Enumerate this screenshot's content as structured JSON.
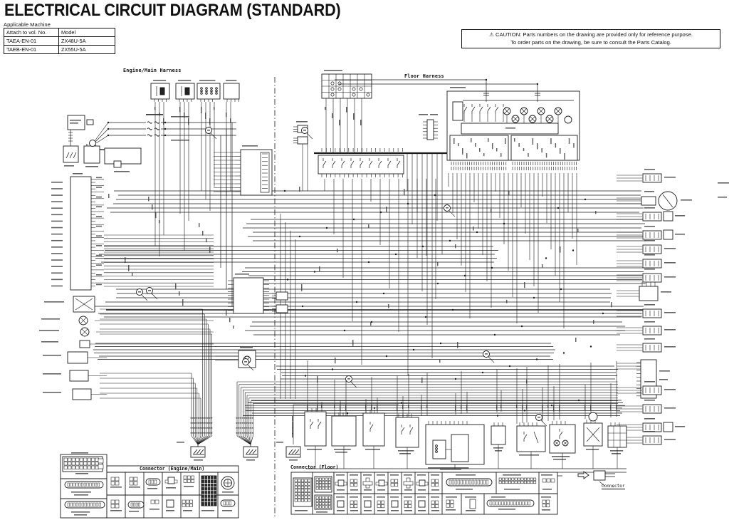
{
  "title": "ELECTRICAL CIRCUIT DIAGRAM (STANDARD)",
  "applicable_machine": {
    "label": "Applicable Machine",
    "headers": [
      "Attach to vol. No.",
      "Model"
    ],
    "rows": [
      [
        "TAEA-EN-01",
        "ZX48U-5A"
      ],
      [
        "TAEB-EN-01",
        "ZX55U-5A"
      ]
    ]
  },
  "caution": {
    "icon": "⚠",
    "line1": "CAUTION: Parts numbers on the drawing are provided only for reference purpose.",
    "line2": "To order parts on the drawing, be sure to consult the Parts Catalog."
  },
  "diagram": {
    "engine_harness_label": "Engine/Main Harness",
    "floor_harness_label": "Floor Harness",
    "legend": {
      "connector_label": "Connector"
    },
    "connector_tables": {
      "engine_main_title": "Connector (Engine/Main)",
      "floor_title": "Connector (Floor)"
    }
  },
  "colors": {
    "ink": "#1a1a1a",
    "background": "#ffffff",
    "greek": "#3c3c3c"
  }
}
